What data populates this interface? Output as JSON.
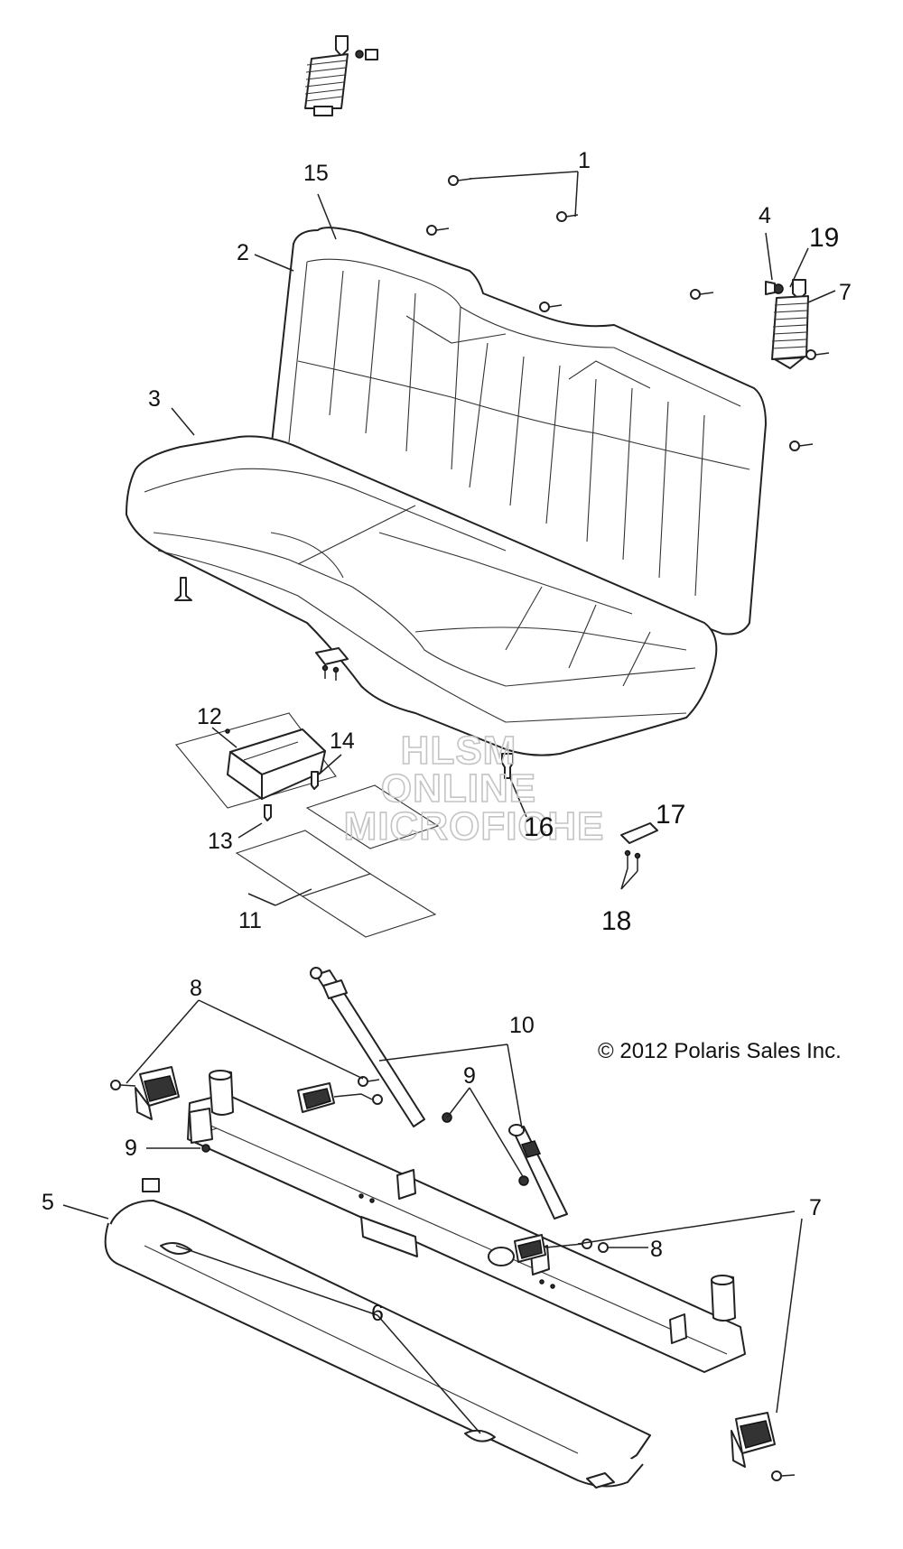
{
  "callouts": [
    {
      "id": "c1",
      "text": "1"
    },
    {
      "id": "c15",
      "text": "15"
    },
    {
      "id": "c2",
      "text": "2"
    },
    {
      "id": "c4",
      "text": "4"
    },
    {
      "id": "c19",
      "text": "19"
    },
    {
      "id": "c7a",
      "text": "7"
    },
    {
      "id": "c3",
      "text": "3"
    },
    {
      "id": "c12",
      "text": "12"
    },
    {
      "id": "c14",
      "text": "14"
    },
    {
      "id": "c13",
      "text": "13"
    },
    {
      "id": "c16",
      "text": "16"
    },
    {
      "id": "c11",
      "text": "11"
    },
    {
      "id": "c17",
      "text": "17"
    },
    {
      "id": "c18",
      "text": "18"
    },
    {
      "id": "c8a",
      "text": "8"
    },
    {
      "id": "c10",
      "text": "10"
    },
    {
      "id": "c9a",
      "text": "9"
    },
    {
      "id": "c9b",
      "text": "9"
    },
    {
      "id": "c5",
      "text": "5"
    },
    {
      "id": "c8b",
      "text": "8"
    },
    {
      "id": "c6",
      "text": "6"
    },
    {
      "id": "c7b",
      "text": "7"
    }
  ],
  "watermark": [
    "HLSM",
    "ONLINE",
    "MICROFICHE"
  ],
  "copyright": "© 2012 Polaris Sales Inc."
}
